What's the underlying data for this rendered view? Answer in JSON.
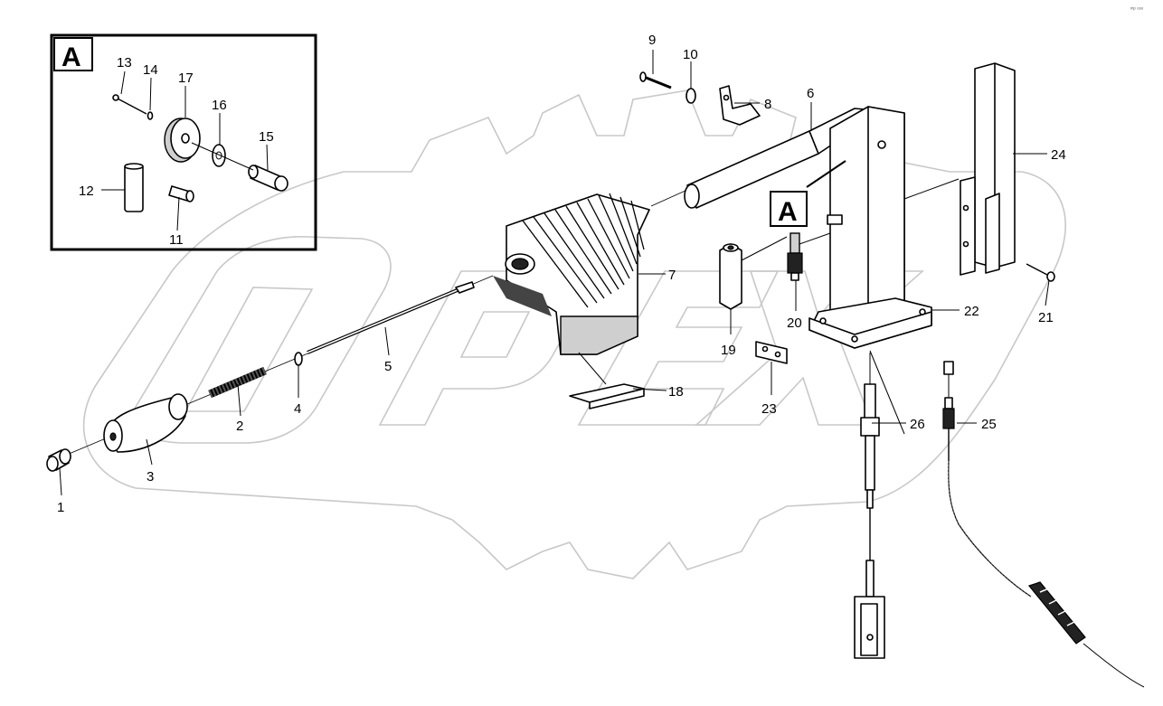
{
  "corner_mark": "ᵐᵖ ᵒᵒᵒ",
  "inset": {
    "letter": "A"
  },
  "callout_letter": "A",
  "watermark": {
    "text": "OPEX"
  },
  "labels": {
    "p1": "1",
    "p2": "2",
    "p3": "3",
    "p4": "4",
    "p5": "5",
    "p6": "6",
    "p7": "7",
    "p8": "8",
    "p9": "9",
    "p10": "10",
    "p11": "11",
    "p12": "12",
    "p13": "13",
    "p14": "14",
    "p15": "15",
    "p16": "16",
    "p17": "17",
    "p18": "18",
    "p19": "19",
    "p20": "20",
    "p21": "21",
    "p22": "22",
    "p23": "23",
    "p24": "24",
    "p25": "25",
    "p26": "26"
  }
}
